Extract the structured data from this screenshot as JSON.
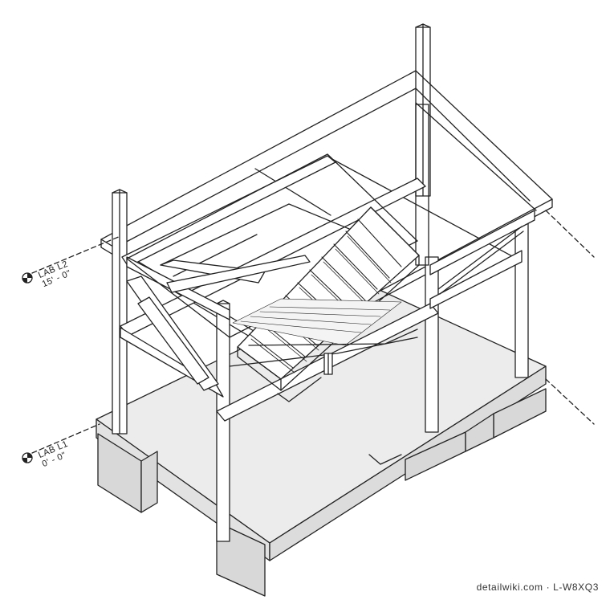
{
  "levels": [
    {
      "name": "LAB L2",
      "elevation": "15' - 0\""
    },
    {
      "name": "LAB L1",
      "elevation": "0' - 0\""
    }
  ],
  "credit": "detailwiki.com · L-W8XQ3",
  "colors": {
    "line": "#222222",
    "slab": "#e9e9e9",
    "foundation": "#d9d9d9",
    "paper": "#ffffff"
  }
}
